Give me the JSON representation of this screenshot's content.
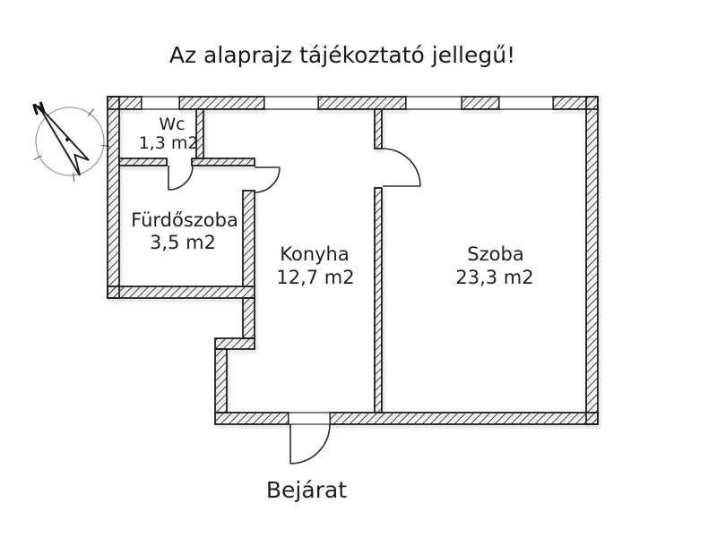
{
  "title": "Az alaprajz tájékoztató jellegű!",
  "compass": {
    "north": "N"
  },
  "rooms": {
    "wc": {
      "name": "Wc",
      "area": "1,3 m2"
    },
    "bathroom": {
      "name": "Fürdőszoba",
      "area": "3,5 m2"
    },
    "kitchen": {
      "name": "Konyha",
      "area": "12,7 m2"
    },
    "room": {
      "name": "Szoba",
      "area": "23,3 m2"
    }
  },
  "entrance": {
    "label": "Bejárat"
  },
  "colors": {
    "line": "#1f1f1f",
    "hatch": "#4a4a4a",
    "background": "#ffffff"
  }
}
